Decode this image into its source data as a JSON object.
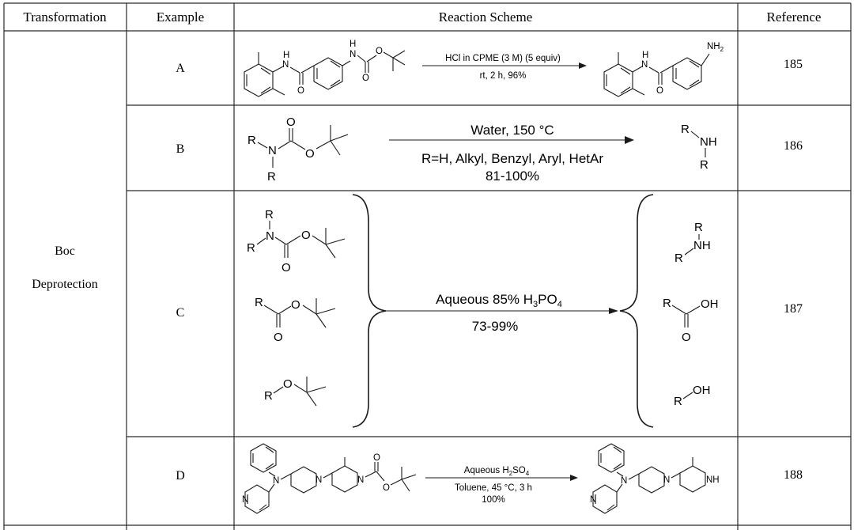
{
  "headers": {
    "transformation": "Transformation",
    "example": "Example",
    "scheme": "Reaction Scheme",
    "reference": "Reference"
  },
  "transformation": {
    "line1": "Boc",
    "line2": "Deprotection"
  },
  "rows": [
    {
      "example": "A",
      "reference": "185",
      "conditions_above": "HCl in CPME (3 M) (5 equiv)",
      "conditions_below": "rt, 2 h, 96%"
    },
    {
      "example": "B",
      "reference": "186",
      "conditions_above": "Water, 150 °C",
      "conditions_below_1": "R=H, Alkyl, Benzyl, Aryl, HetAr",
      "conditions_below_2": "81-100%"
    },
    {
      "example": "C",
      "reference": "187",
      "conditions_above_main": "Aqueous 85% H",
      "conditions_above_sub": "3",
      "conditions_above_tail": "PO",
      "conditions_above_sub2": "4",
      "conditions_below": "73-99%"
    },
    {
      "example": "D",
      "reference": "188",
      "conditions_above_main": "Aqueous H",
      "conditions_above_sub": "2",
      "conditions_above_tail": "SO",
      "conditions_above_sub2": "4",
      "conditions_below_1": "Toluene, 45 °C, 3 h",
      "conditions_below_2": "100%"
    }
  ],
  "atoms": {
    "N": "N",
    "H": "H",
    "O": "O",
    "R": "R",
    "NH": "NH",
    "OH": "OH",
    "NH2": "NH",
    "sub2": "2"
  }
}
